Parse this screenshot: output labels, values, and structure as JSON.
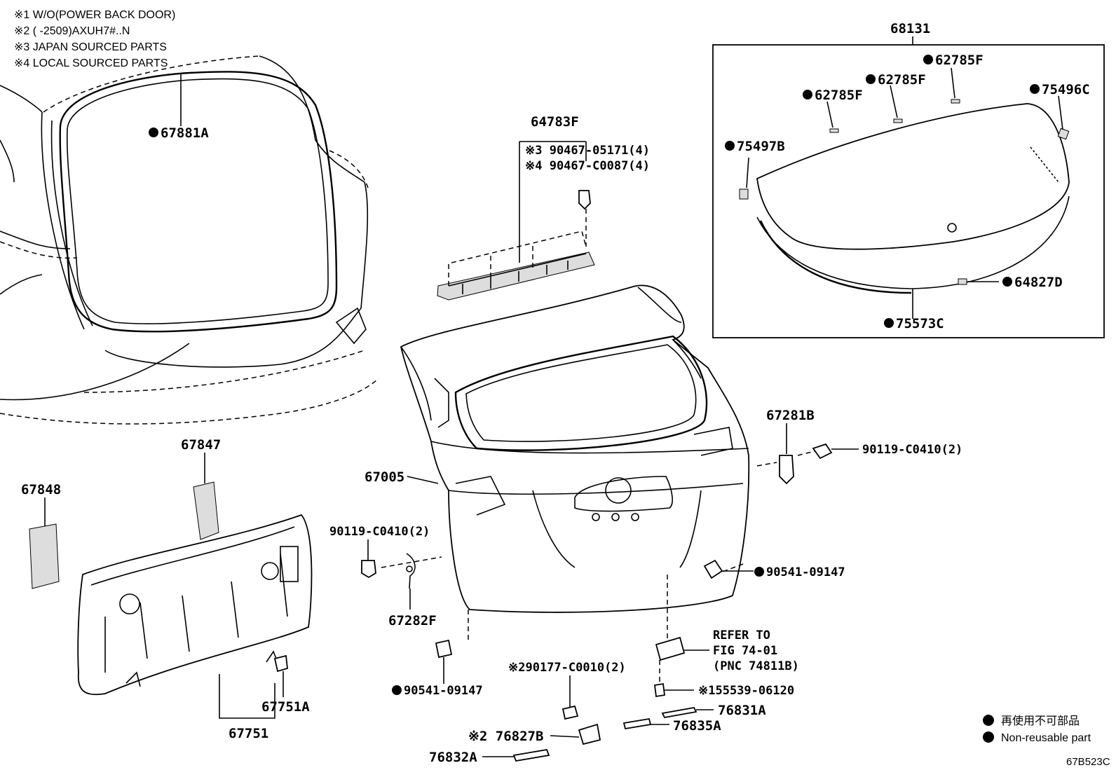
{
  "notes": [
    "※1 W/O(POWER BACK DOOR)",
    "※2 (      -2509)AXUH7#..N",
    "※3 JAPAN SOURCED PARTS",
    "※4 LOCAL SOURCED PARTS"
  ],
  "parts": {
    "p67881A": "67881A",
    "p68131": "68131",
    "p62785F_a": "62785F",
    "p62785F_b": "62785F",
    "p62785F_c": "62785F",
    "p75496C": "75496C",
    "p75497B": "75497B",
    "p64827D": "64827D",
    "p75573C": "75573C",
    "p64783F": "64783F",
    "p90467_05171": "※3 90467-05171(4)",
    "p90467_C0087": "※4 90467-C0087(4)",
    "p67281B": "67281B",
    "p90119_right": "90119-C0410(2)",
    "p67005": "67005",
    "p90119_left": "90119-C0410(2)",
    "p67282F": "67282F",
    "p90541_right": "90541-09147",
    "p90541_left": "90541-09147",
    "p67847": "67847",
    "p67848": "67848",
    "p67751A": "67751A",
    "p67751": "67751",
    "refer_1": "REFER TO",
    "refer_2": "FIG 74-01",
    "refer_3": "(PNC 74811B)",
    "p290177": "※290177-C0010(2)",
    "p155539": "※155539-06120",
    "p76831A": "76831A",
    "p76835A": "76835A",
    "p76827B": "※2 76827B",
    "p76832A": "76832A"
  },
  "legend": {
    "line1": "再使用不可部品",
    "line2": "Non-reusable part"
  },
  "figure_code": "67B523C"
}
